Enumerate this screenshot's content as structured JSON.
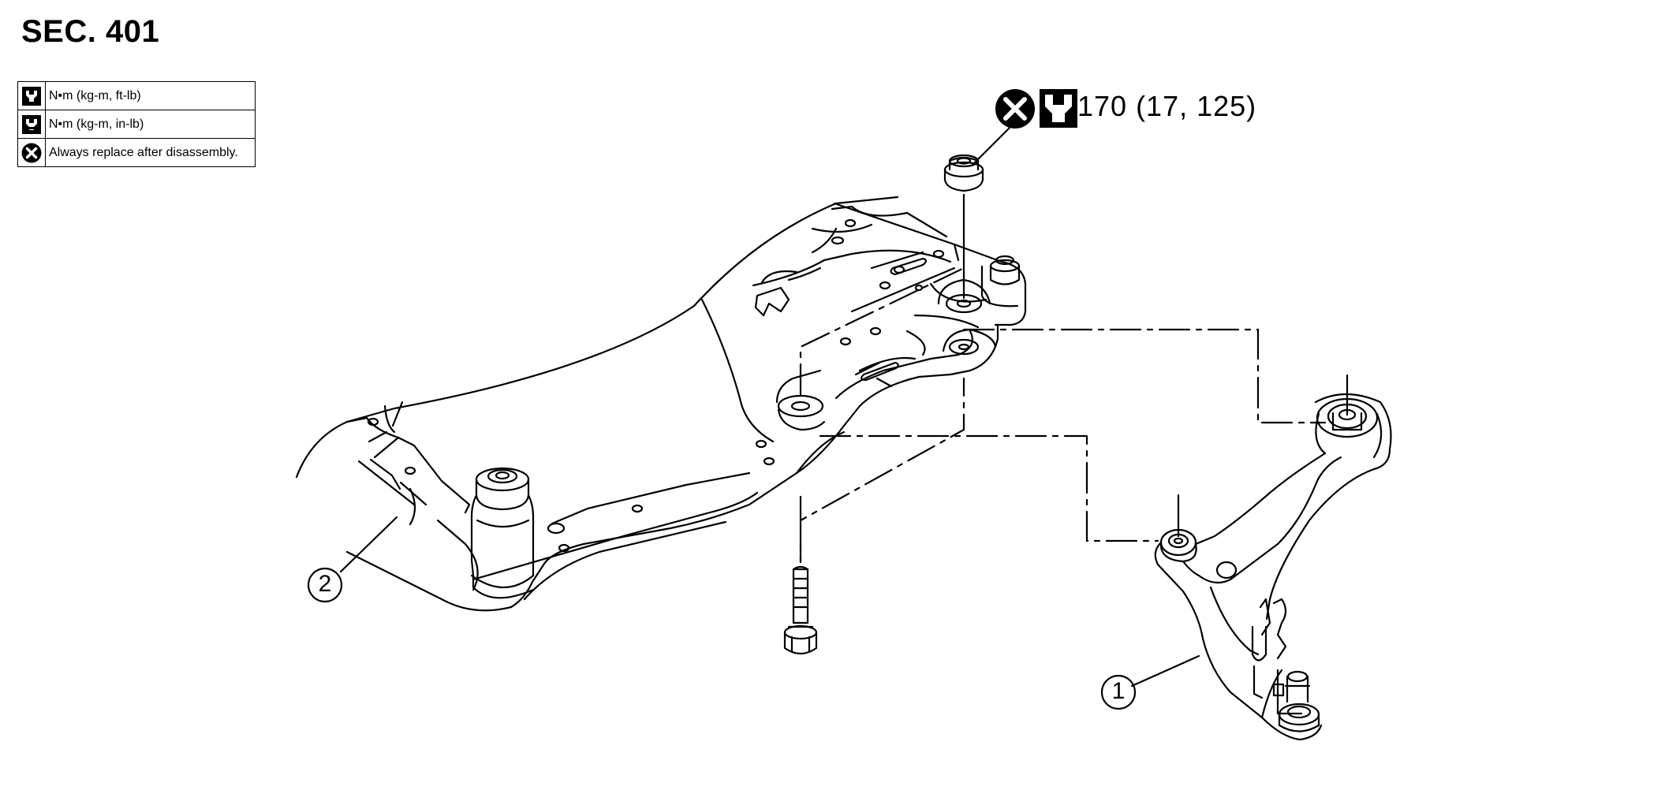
{
  "header": {
    "section_code": "SEC. 401"
  },
  "legend": {
    "rows": [
      {
        "icon": "torque-wrench-icon",
        "text": "N•m (kg-m, ft-lb)"
      },
      {
        "icon": "torque-wrench-small-icon",
        "text": "N•m (kg-m, in-lb)"
      },
      {
        "icon": "replace-x-icon",
        "text": "Always replace after disassembly."
      }
    ]
  },
  "diagram": {
    "torque_spec": "170 (17, 125)",
    "torque_icons": [
      "replace-x-icon",
      "torque-wrench-icon"
    ],
    "callouts": [
      {
        "number": "1"
      },
      {
        "number": "2"
      }
    ]
  },
  "colors": {
    "ink": "#000000",
    "background": "#ffffff"
  }
}
